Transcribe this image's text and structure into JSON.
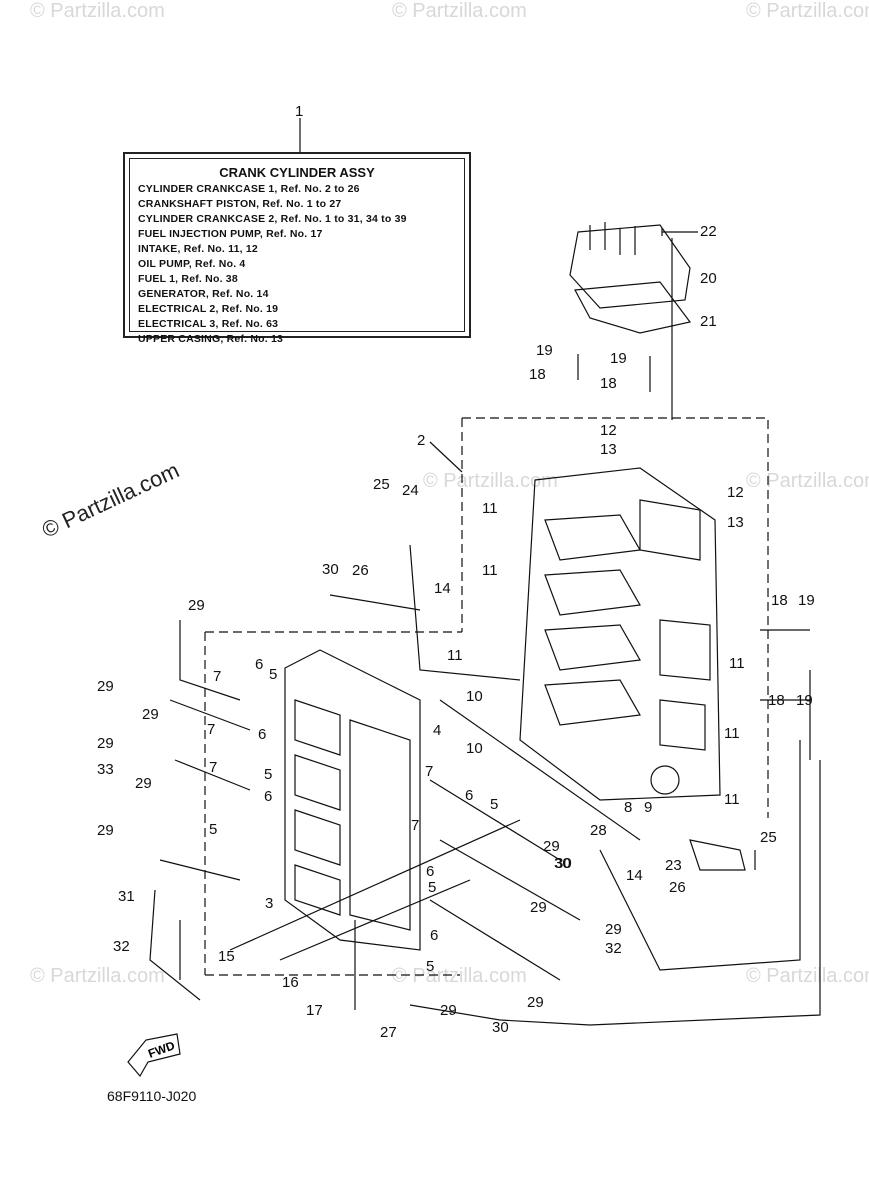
{
  "watermarks": {
    "small": "© Partzilla.com",
    "large": "© Partzilla.com"
  },
  "legend": {
    "callout": "1",
    "title": "CRANK CYLINDER ASSY",
    "lines": [
      "CYLINDER CRANKCASE 1,  Ref. No. 2 to 26",
      "CRANKSHAFT PISTON,  Ref. No. 1 to 27",
      "CYLINDER CRANKCASE 2,  Ref. No. 1 to 31, 34 to 39",
      "FUEL INJECTION PUMP,  Ref. No. 17",
      "INTAKE,  Ref. No. 11, 12",
      "OIL PUMP,  Ref. No. 4",
      "FUEL 1,  Ref. No. 38",
      "GENERATOR,  Ref. No. 14",
      "ELECTRICAL 2,  Ref. No. 19",
      "ELECTRICAL 3,  Ref. No. 63",
      "UPPER CASING,  Ref. No. 13"
    ]
  },
  "callouts": [
    "22",
    "20",
    "21",
    "19",
    "19",
    "18",
    "18",
    "12",
    "13",
    "2",
    "12",
    "13",
    "25",
    "24",
    "11",
    "26",
    "30",
    "11",
    "14",
    "29",
    "18",
    "19",
    "11",
    "11",
    "10",
    "7",
    "6",
    "5",
    "29",
    "29",
    "6",
    "10",
    "18",
    "19",
    "29",
    "7",
    "5",
    "33",
    "4",
    "11",
    "29",
    "7",
    "6",
    "7",
    "6",
    "5",
    "11",
    "8",
    "9",
    "29",
    "5",
    "28",
    "25",
    "29",
    "30",
    "14",
    "23",
    "26",
    "7",
    "6",
    "29",
    "29",
    "31",
    "3",
    "5",
    "32",
    "15",
    "6",
    "30",
    "32",
    "16",
    "5",
    "29",
    "17",
    "27",
    "29",
    "30"
  ],
  "fwd_label": "FWD",
  "diagram_code": "68F9110-J020"
}
